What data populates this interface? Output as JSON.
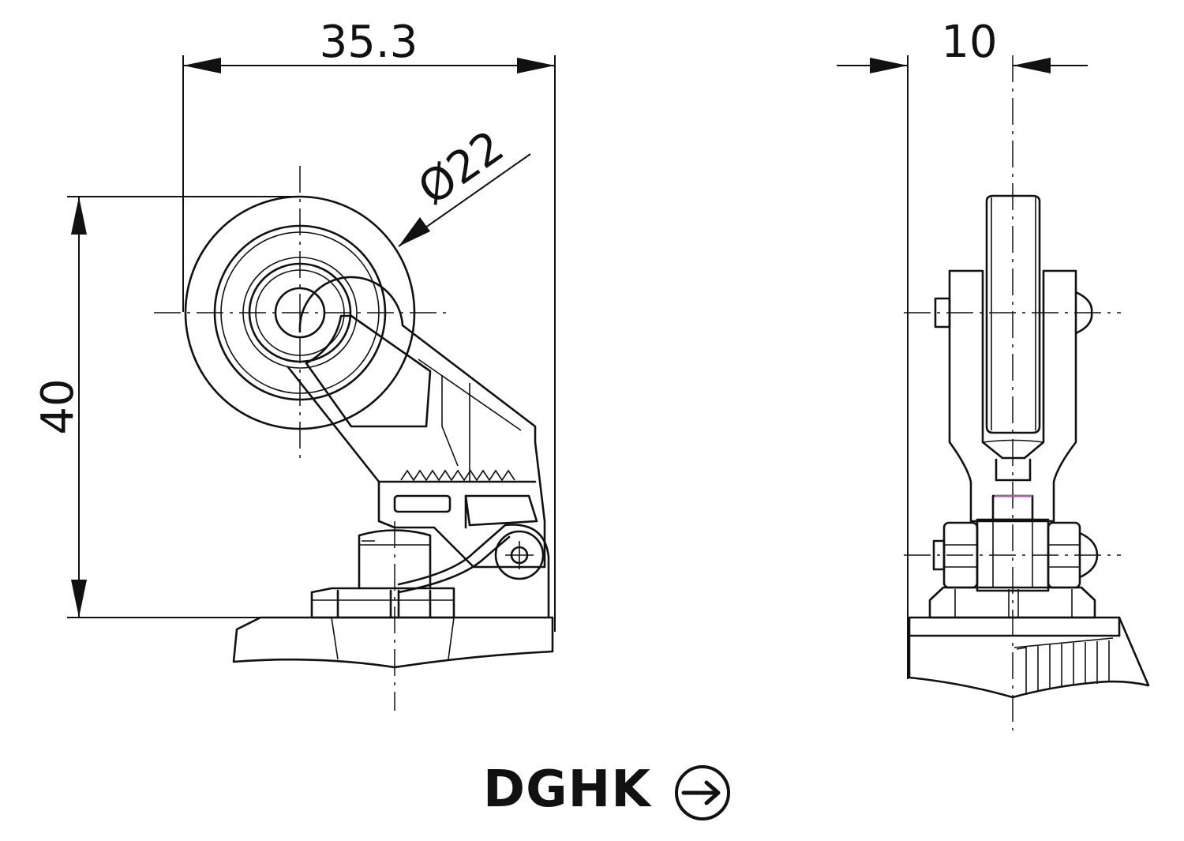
{
  "dimensions": {
    "width_side": "35.3",
    "height_side": "40",
    "roller_diameter": "Ø22",
    "width_front": "10"
  },
  "label": {
    "model": "DGHK"
  },
  "icons": {
    "direction": "circled-right-arrow-icon"
  }
}
